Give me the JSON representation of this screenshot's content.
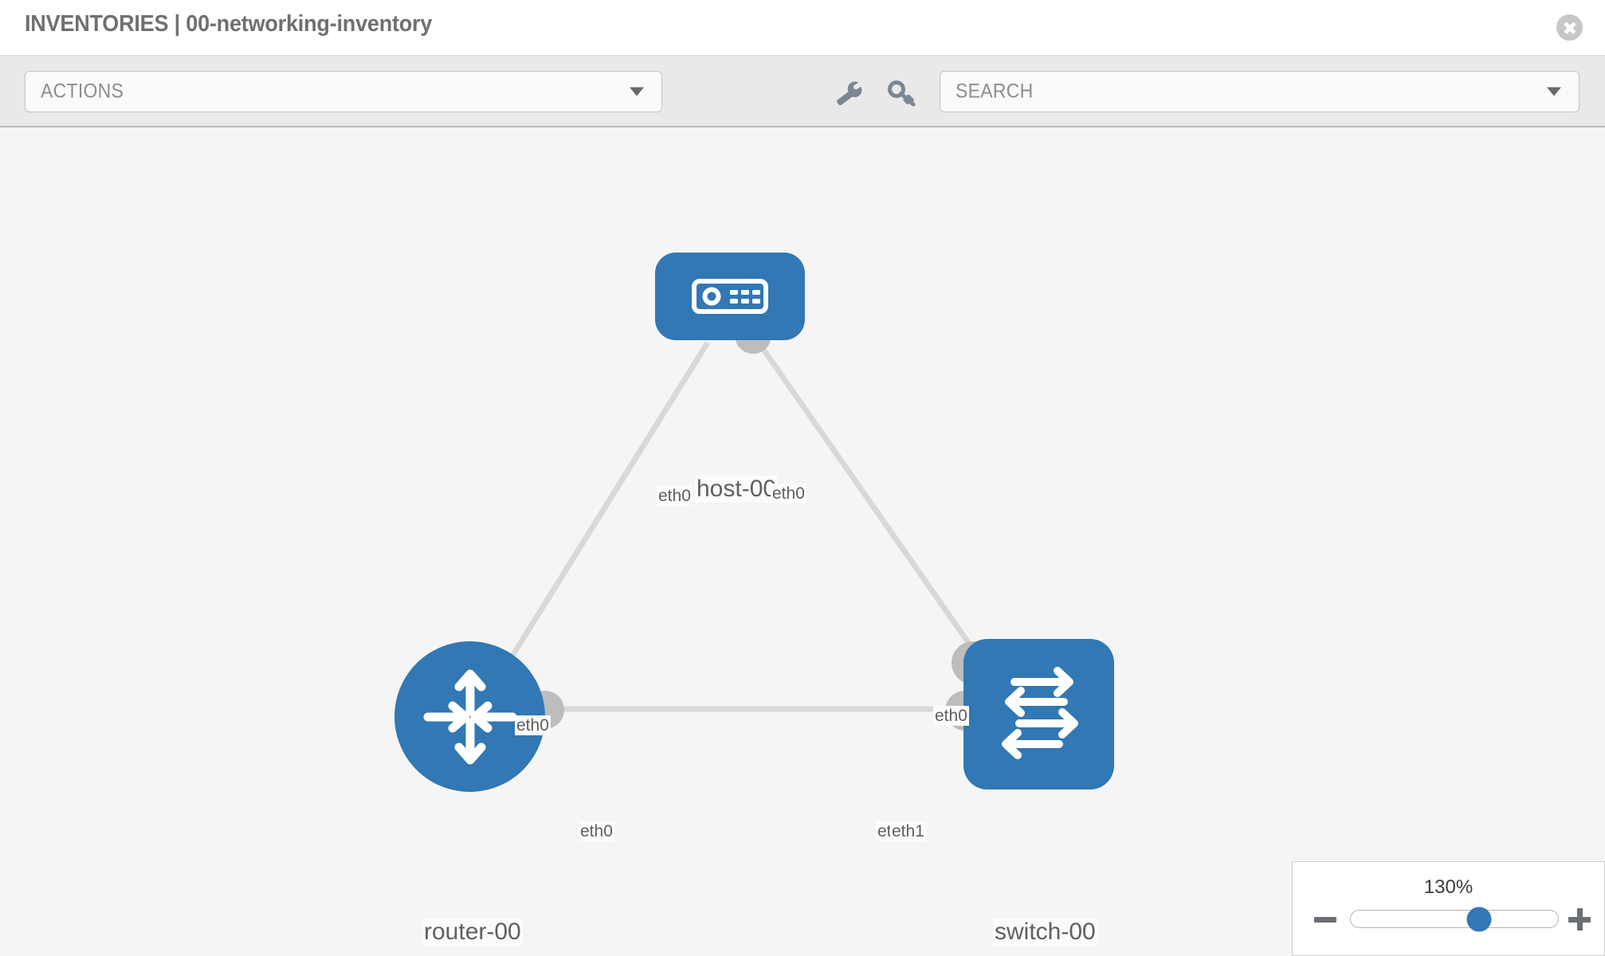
{
  "header": {
    "title": "INVENTORIES | 00-networking-inventory",
    "close_icon": "close-icon"
  },
  "toolbar": {
    "actions_label": "ACTIONS",
    "actions_caret": "chevron-down-icon",
    "wrench_icon": "wrench-icon",
    "key_icon": "key-icon",
    "search_placeholder": "SEARCH",
    "search_caret": "chevron-down-icon"
  },
  "topology": {
    "nodes": [
      {
        "id": "host-00",
        "label": "host-00",
        "type": "host",
        "icon": "server-icon",
        "color": "#3178b4"
      },
      {
        "id": "router-00",
        "label": "router-00",
        "type": "router",
        "icon": "router-icon",
        "color": "#3178b4"
      },
      {
        "id": "switch-00",
        "label": "switch-00",
        "type": "switch",
        "icon": "switch-icon",
        "color": "#3178b4"
      }
    ],
    "link_color": "#d8d8d8",
    "port_color": "#bdbdbd",
    "port_labels": {
      "host_left": "eth0",
      "host_right": "eth0",
      "router_to_host": "eth0",
      "router_to_switch": "eth0",
      "switch_to_host": "eth0",
      "switch_left_a": "eth1",
      "switch_left_b": "eth1"
    }
  },
  "zoom": {
    "value": "130%",
    "minus_label": "zoom-out",
    "plus_label": "zoom-in"
  }
}
